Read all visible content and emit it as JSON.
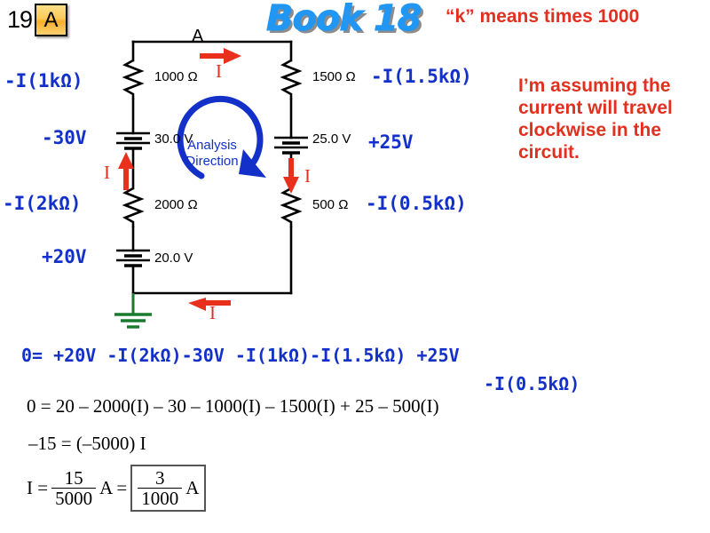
{
  "badge": {
    "slide_number": "19",
    "letter": "A"
  },
  "title": {
    "book": "Book 18"
  },
  "notes": {
    "k_means": "“k” means times 1000",
    "assumption": "I’m assuming the current will travel clockwise in the circuit."
  },
  "circuit": {
    "node_label": "A",
    "analysis_direction": "Analysis\nDirection",
    "current_symbol": "I",
    "components": [
      {
        "name": "r-1000",
        "value": "1000 Ω",
        "term": "-I(1kΩ)"
      },
      {
        "name": "r-1500",
        "value": "1500 Ω",
        "term": "-I(1.5kΩ)"
      },
      {
        "name": "b-30",
        "value": "30.0 V",
        "term": "-30V"
      },
      {
        "name": "b-25",
        "value": "25.0 V",
        "term": "+25V"
      },
      {
        "name": "r-2000",
        "value": "2000 Ω",
        "term": "-I(2kΩ)"
      },
      {
        "name": "r-500",
        "value": "500 Ω",
        "term": "-I(0.5kΩ)"
      },
      {
        "name": "b-20",
        "value": "20.0 V",
        "term": "+20V"
      }
    ]
  },
  "equations": {
    "kvl_line1": "0= +20V -I(2kΩ)-30V -I(1kΩ)-I(1.5kΩ) +25V",
    "kvl_line2": "-I(0.5kΩ)",
    "expanded": "0 = 20 – 2000(I) – 30 – 1000(I) – 1500(I) + 25 – 500(I)",
    "simplified": "–15 = (–5000) I",
    "solve_lhs": "I =",
    "solve_frac_num": "15",
    "solve_frac_den": "5000",
    "solve_unit_a": "A =",
    "answer_frac_num": "3",
    "answer_frac_den": "1000",
    "answer_unit": "A"
  },
  "colors": {
    "blue_label": "#1331c8",
    "red_note": "#e03020",
    "title_blue": "#2196f3",
    "ground_green": "#1a7a2e",
    "badge_gold": "#f6ae2d"
  }
}
